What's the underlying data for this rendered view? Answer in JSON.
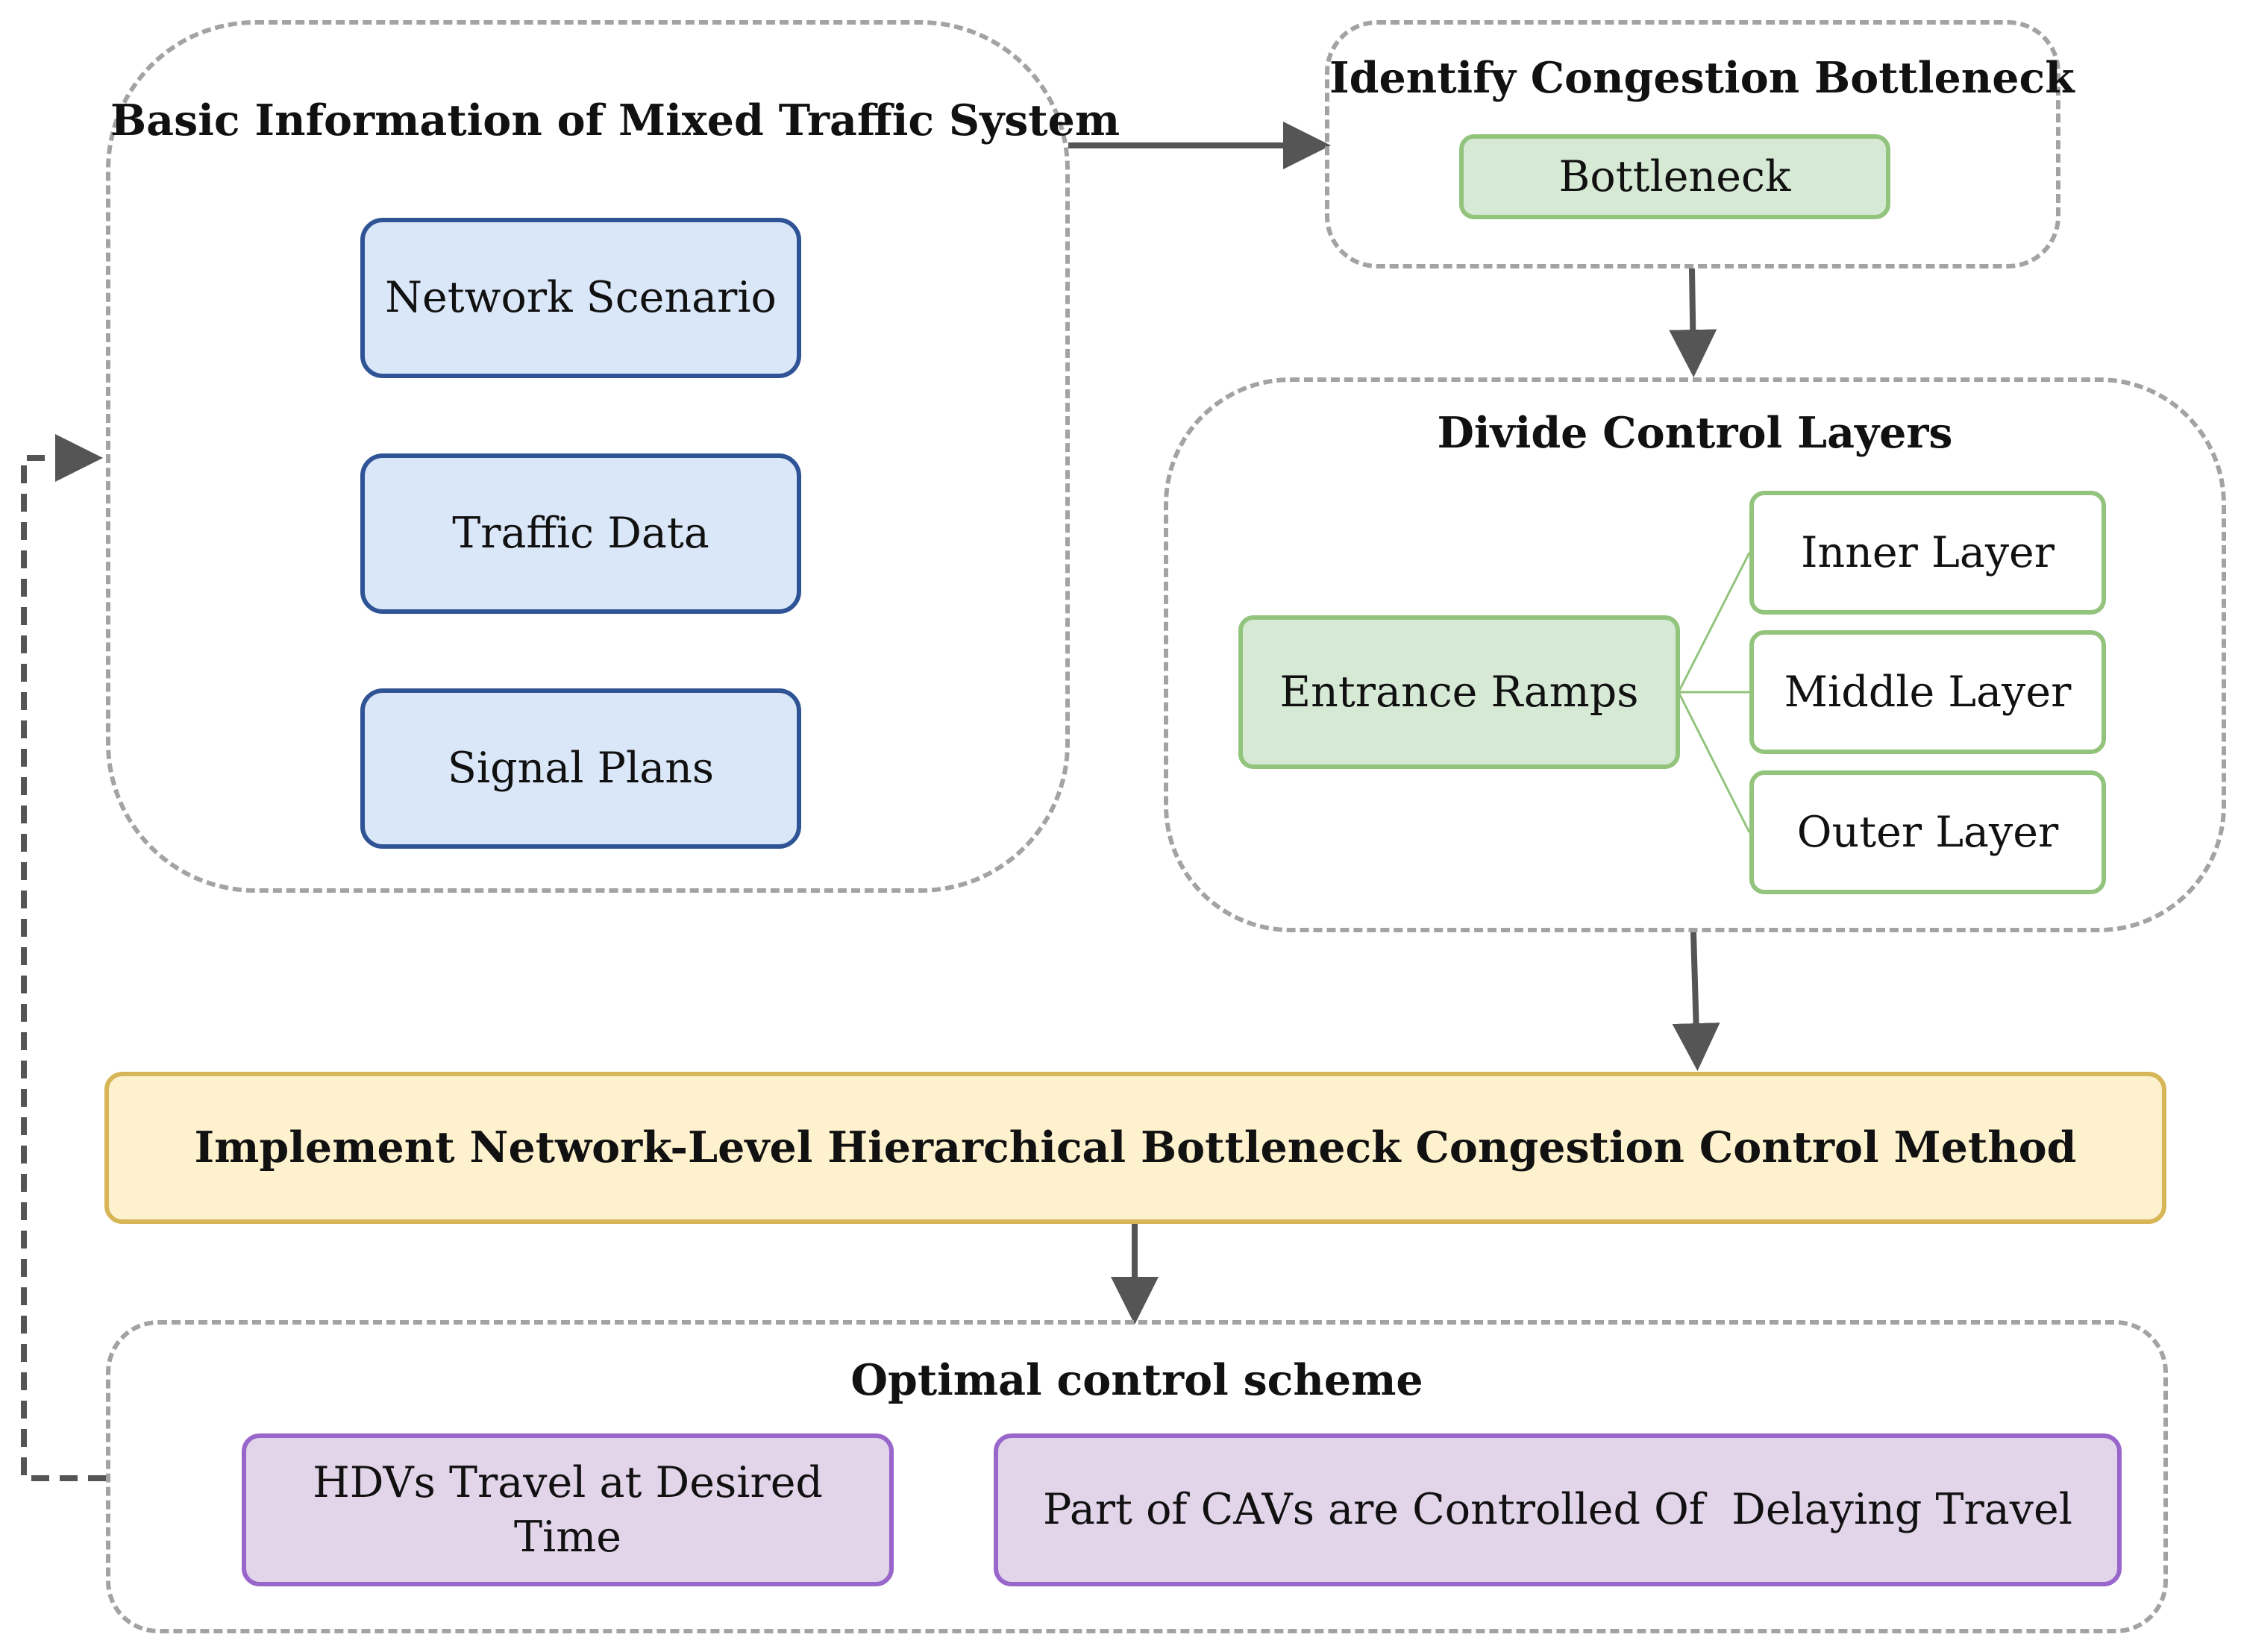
{
  "groups": {
    "basic_info": {
      "title": "Basic Information of Mixed Traffic System",
      "items": [
        "Network Scenario",
        "Traffic Data",
        "Signal Plans"
      ]
    },
    "identify": {
      "title": "Identify Congestion Bottleneck",
      "item": "Bottleneck"
    },
    "divide": {
      "title": "Divide Control Layers",
      "source": "Entrance Ramps",
      "layers": [
        "Inner Layer",
        "Middle Layer",
        "Outer Layer"
      ]
    },
    "implement": {
      "label": "Implement Network-Level Hierarchical Bottleneck Congestion Control Method"
    },
    "optimal": {
      "title": "Optimal control scheme",
      "items": [
        "HDVs Travel at Desired Time",
        "Part of CAVs are Controlled Of  Delaying Travel"
      ]
    }
  },
  "colors": {
    "blue_fill": "#dae7f8",
    "blue_border": "#2f5496",
    "green_fill": "#d5e9d4",
    "green_border": "#93c47d",
    "yellow_fill": "#fdf1ce",
    "yellow_border": "#d6b656",
    "purple_fill": "#e2d4e9",
    "purple_border": "#9966cc",
    "dashed_border": "#a3a3a3",
    "arrow": "#555555"
  }
}
